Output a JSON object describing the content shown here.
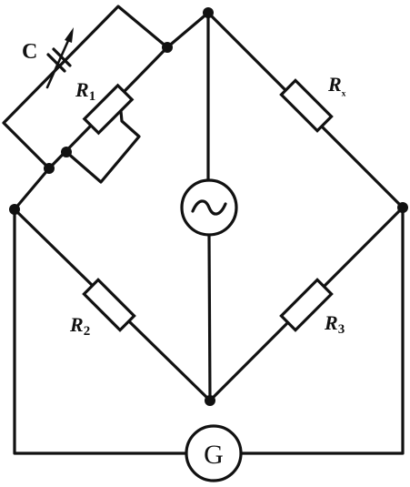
{
  "labels": {
    "capacitor": "C",
    "r1_main": "R",
    "r1_sub": "1",
    "rx_main": "R",
    "rx_sub": "ₓ",
    "r2_main": "R",
    "r2_sub": "2",
    "r3_main": "R",
    "r3_sub": "3",
    "galvanometer": "G",
    "source": "~"
  }
}
